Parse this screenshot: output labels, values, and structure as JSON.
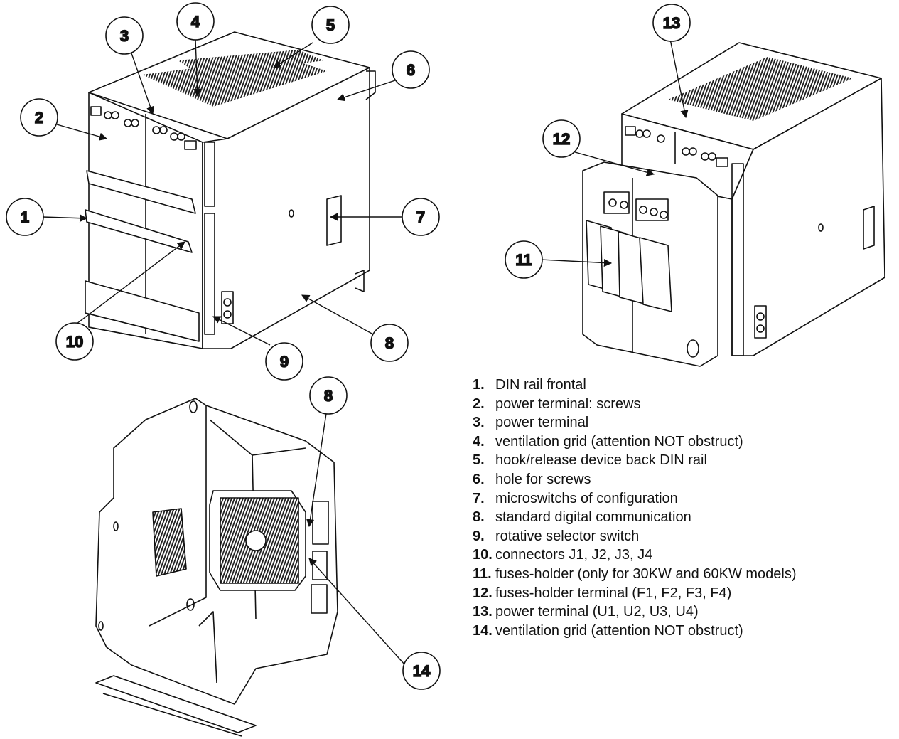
{
  "legend": [
    {
      "num": "1.",
      "text": "DIN rail frontal"
    },
    {
      "num": "2.",
      "text": "power terminal: screws"
    },
    {
      "num": "3.",
      "text": "power terminal"
    },
    {
      "num": "4.",
      "text": "ventilation grid (attention NOT obstruct)"
    },
    {
      "num": "5.",
      "text": "hook/release device back DIN rail"
    },
    {
      "num": "6.",
      "text": "hole for screws"
    },
    {
      "num": "7.",
      "text": "microswitchs of configuration"
    },
    {
      "num": "8.",
      "text": "standard digital communication"
    },
    {
      "num": "9.",
      "text": "rotative selector switch"
    },
    {
      "num": "10.",
      "text": "connectors J1, J2, J3, J4"
    },
    {
      "num": "11.",
      "text": "fuses-holder (only for 30KW and 60KW models)"
    },
    {
      "num": "12.",
      "text": "fuses-holder terminal (F1, F2, F3, F4)"
    },
    {
      "num": "13.",
      "text": "power terminal (U1, U2, U3, U4)"
    },
    {
      "num": "14.",
      "text": "ventilation grid (attention NOT obstruct)"
    }
  ],
  "callouts": {
    "view1": [
      "1",
      "2",
      "3",
      "4",
      "5",
      "6",
      "7",
      "8",
      "9",
      "10"
    ],
    "view2": [
      "11",
      "12",
      "13"
    ],
    "view3": [
      "8",
      "14"
    ]
  },
  "colors": {
    "line": "#111111",
    "background": "#ffffff",
    "hatch": "#333333"
  }
}
